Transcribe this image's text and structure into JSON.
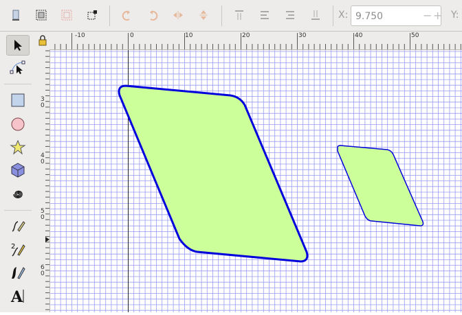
{
  "toolbar": {
    "x_label": "X:",
    "x_value": "9.750",
    "y_label": "Y:",
    "minus": "−",
    "plus": "+",
    "buttons": [
      "select-all-icon",
      "select-all-layers-icon",
      "deselect-icon",
      "edit-select-same-icon",
      "rotate-ccw-icon",
      "rotate-cw-icon",
      "flip-horizontal-icon",
      "flip-vertical-icon",
      "raise-to-top-icon",
      "raise-icon",
      "lower-icon",
      "lower-to-bottom-icon"
    ]
  },
  "tools": [
    "selector-tool",
    "node-tool",
    "rectangle-tool",
    "ellipse-tool",
    "star-tool",
    "3d-box-tool",
    "spiral-tool",
    "pencil-tool",
    "pen-tool",
    "calligraphy-tool",
    "text-tool"
  ],
  "ruler_top_labels": [
    "-10",
    "0",
    "10",
    "20",
    "30",
    "40",
    "50"
  ],
  "ruler_left_labels": [
    "3",
    "0",
    "4",
    "0",
    "5",
    "0",
    "6",
    "0"
  ],
  "canvas": {
    "grid_color": "#9a9af0",
    "shape_fill": "#ccff99",
    "shape_stroke": "#0000dd"
  }
}
